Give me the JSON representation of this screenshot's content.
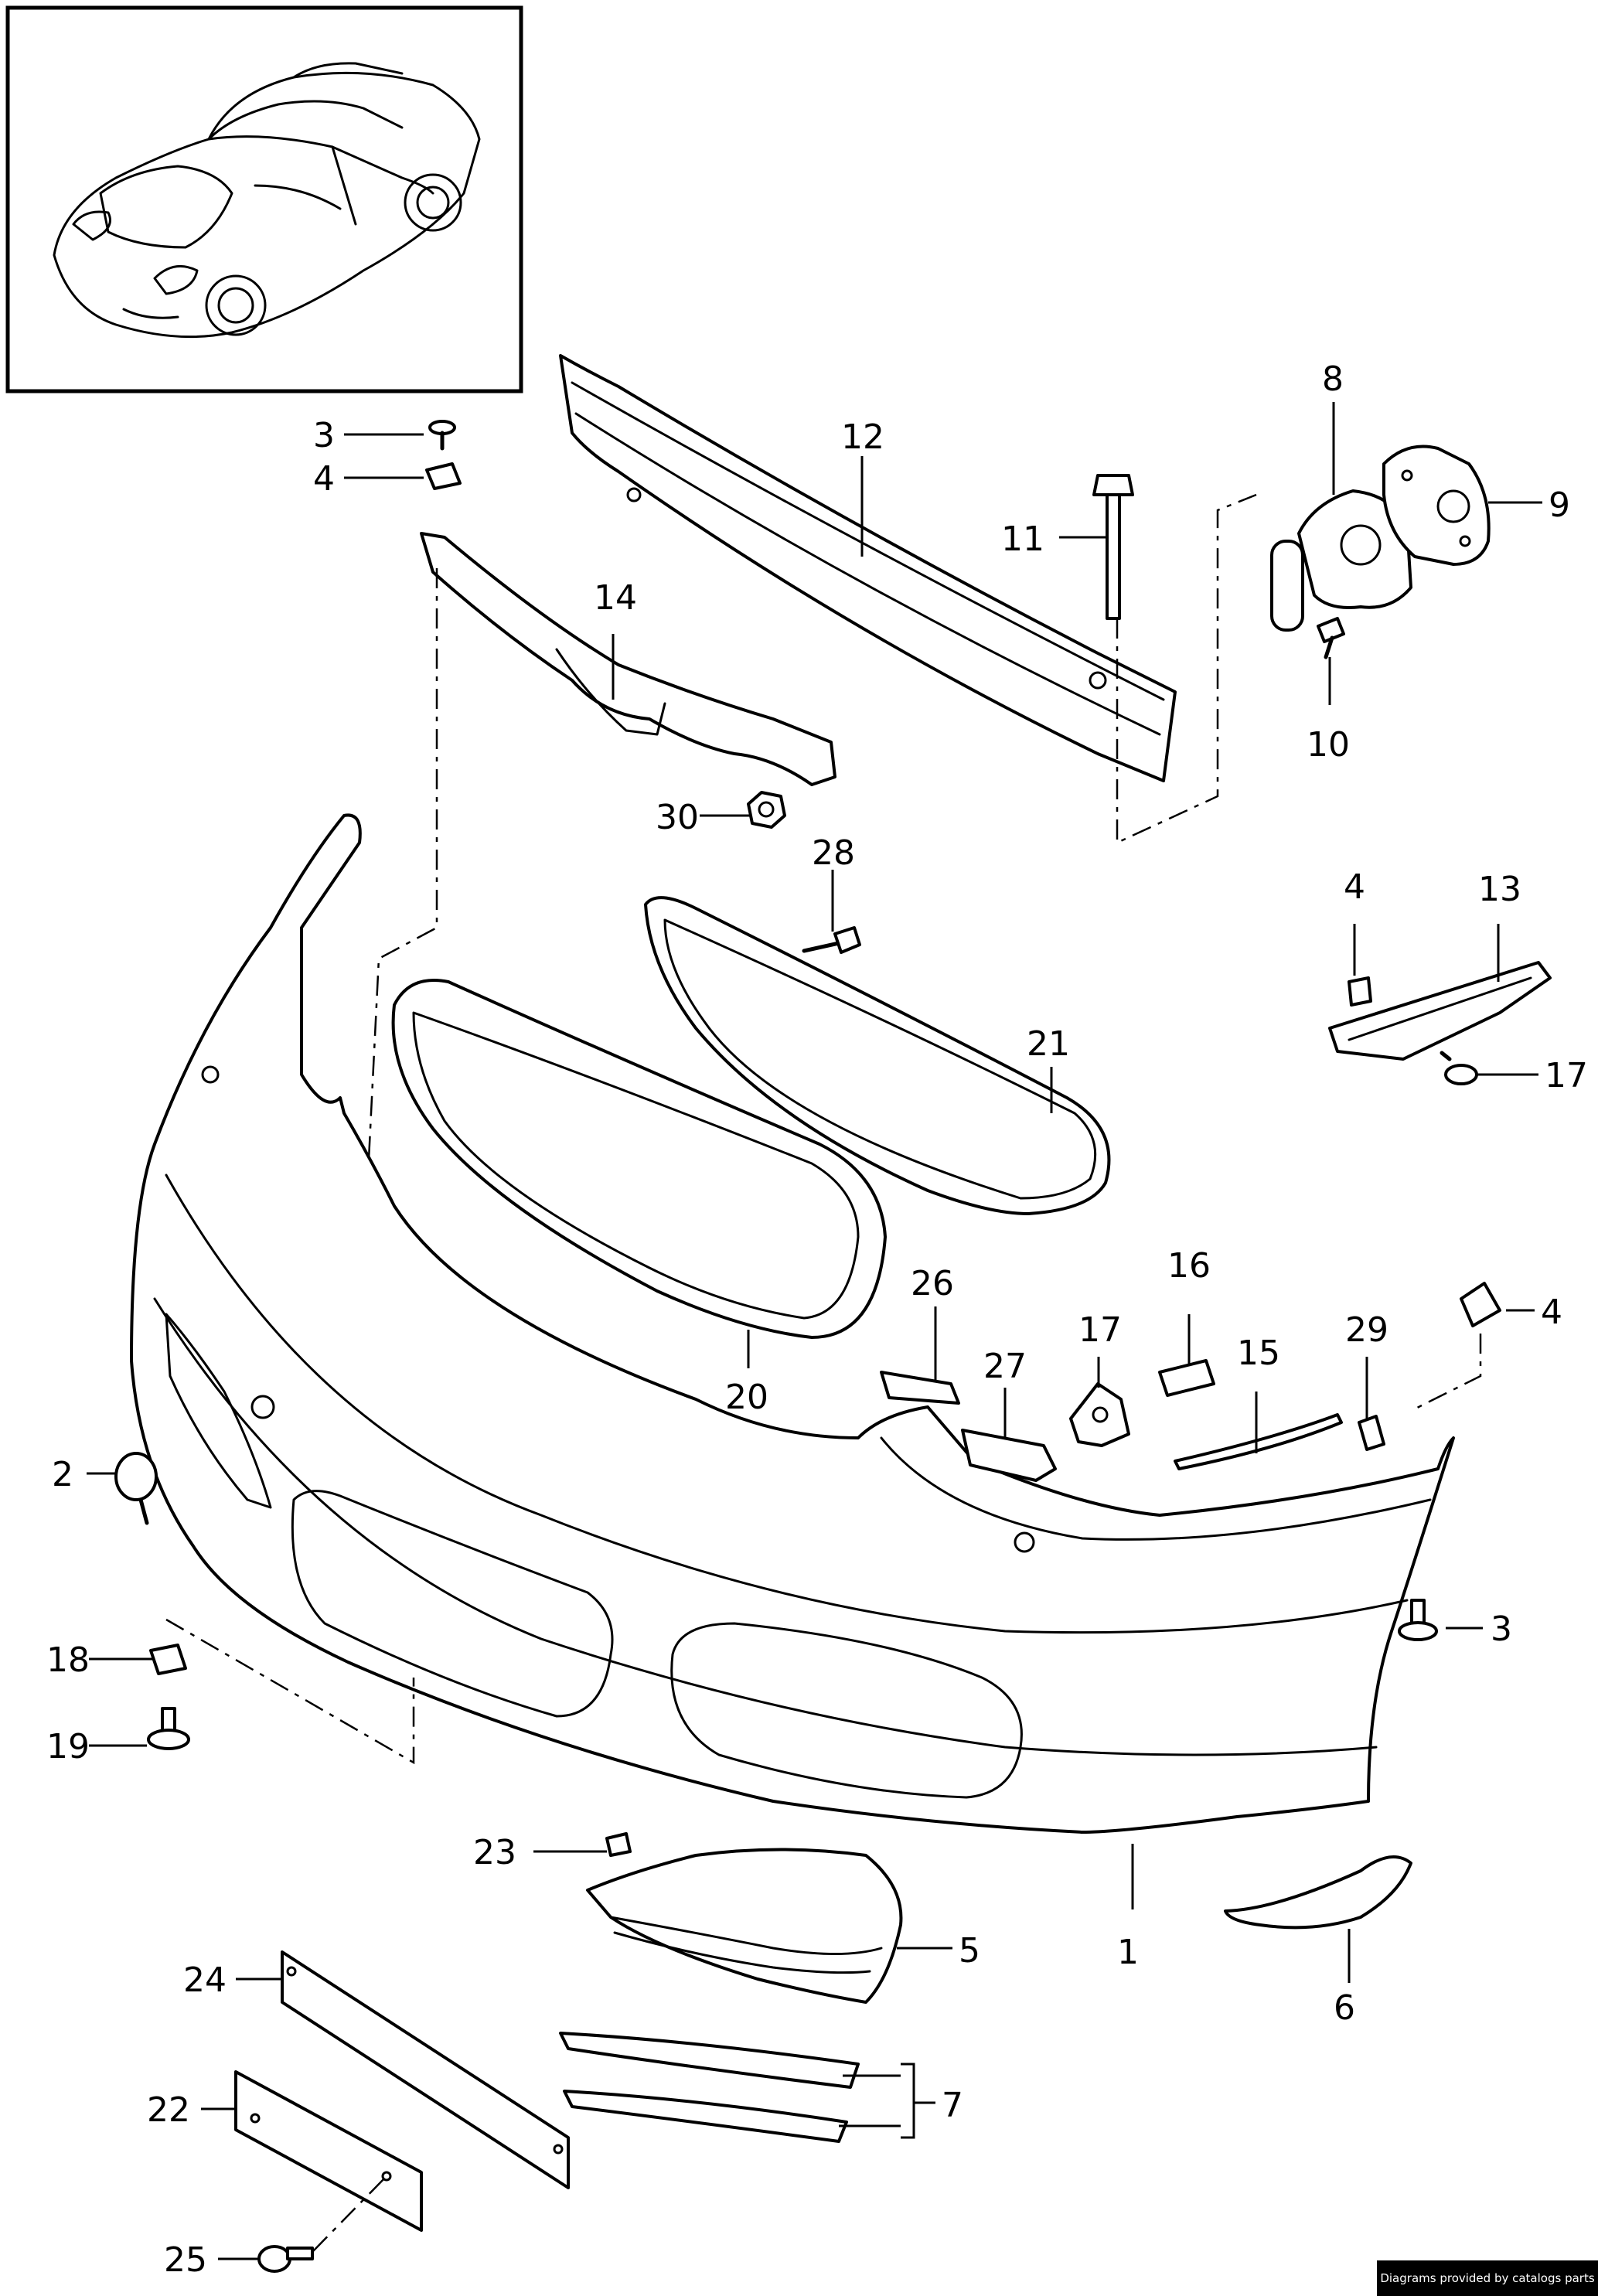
{
  "callouts": [
    "1",
    "2",
    "3",
    "3",
    "4",
    "4",
    "4",
    "5",
    "6",
    "7",
    "8",
    "9",
    "10",
    "11",
    "12",
    "13",
    "14",
    "15",
    "16",
    "17",
    "17",
    "18",
    "19",
    "20",
    "21",
    "22",
    "23",
    "24",
    "25",
    "26",
    "27",
    "28",
    "29",
    "30"
  ],
  "credit": "Diagrams provided by catalogs parts"
}
